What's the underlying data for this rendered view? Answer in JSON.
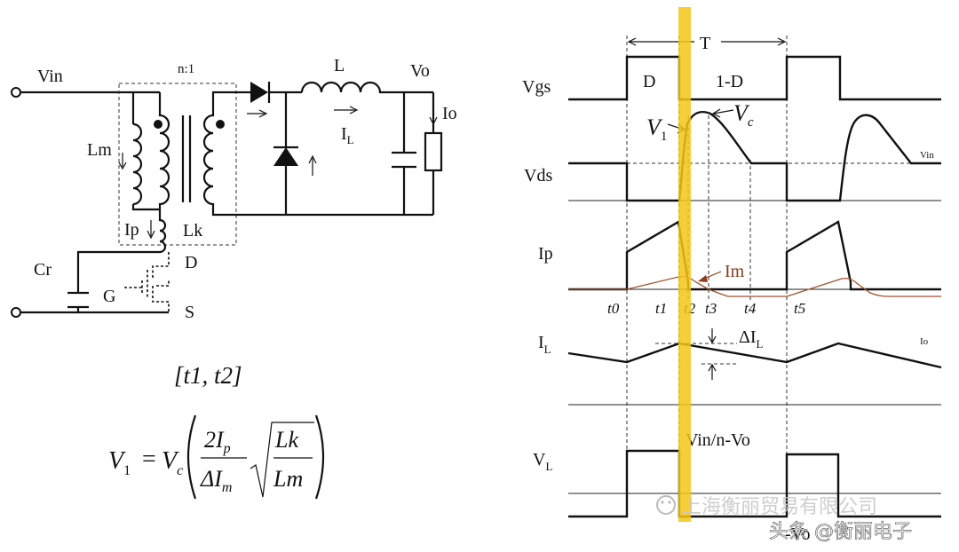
{
  "circuit": {
    "vin": "Vin",
    "ratio": "n:1",
    "l": "L",
    "vo": "Vo",
    "io": "Io",
    "lm": "Lm",
    "il_main": "I",
    "il_sub": "L",
    "ip": "Ip",
    "lk": "Lk",
    "d": "D",
    "cr": "Cr",
    "g": "G",
    "s": "S"
  },
  "formula": {
    "interval": "[t1, t2]",
    "lhs": "V",
    "lhs_sub": "1",
    "eq": "=",
    "vc": "V",
    "vc_sub": "c",
    "num": "2I",
    "num_sub": "p",
    "den": "ΔI",
    "den_sub": "m",
    "sq_num": "Lk",
    "sq_den": "Lm"
  },
  "waveforms": {
    "period": "T",
    "duty": "D",
    "off_duty": "1-D",
    "v1": "V",
    "v1_sub": "1",
    "vc": "V",
    "vc_sub": "c",
    "vin_small": "Vin",
    "rows": {
      "vgs": "Vgs",
      "vds": "Vds",
      "ip": "Ip",
      "il": "I",
      "il_sub": "L",
      "vl": "V",
      "vl_sub": "L"
    },
    "im": "Im",
    "times": [
      "t0",
      "t1",
      "t2",
      "t3",
      "t4",
      "t5"
    ],
    "delta_il": "ΔI",
    "delta_il_sub": "L",
    "io_small": "Io",
    "vl_level": "Vin/n-Vo",
    "vo_neg": "-Vo",
    "highlight_color": "#f5c518"
  },
  "watermark": {
    "company": "上海衡丽贸易有限公司",
    "toutiao": "头条 @衡丽电子"
  }
}
